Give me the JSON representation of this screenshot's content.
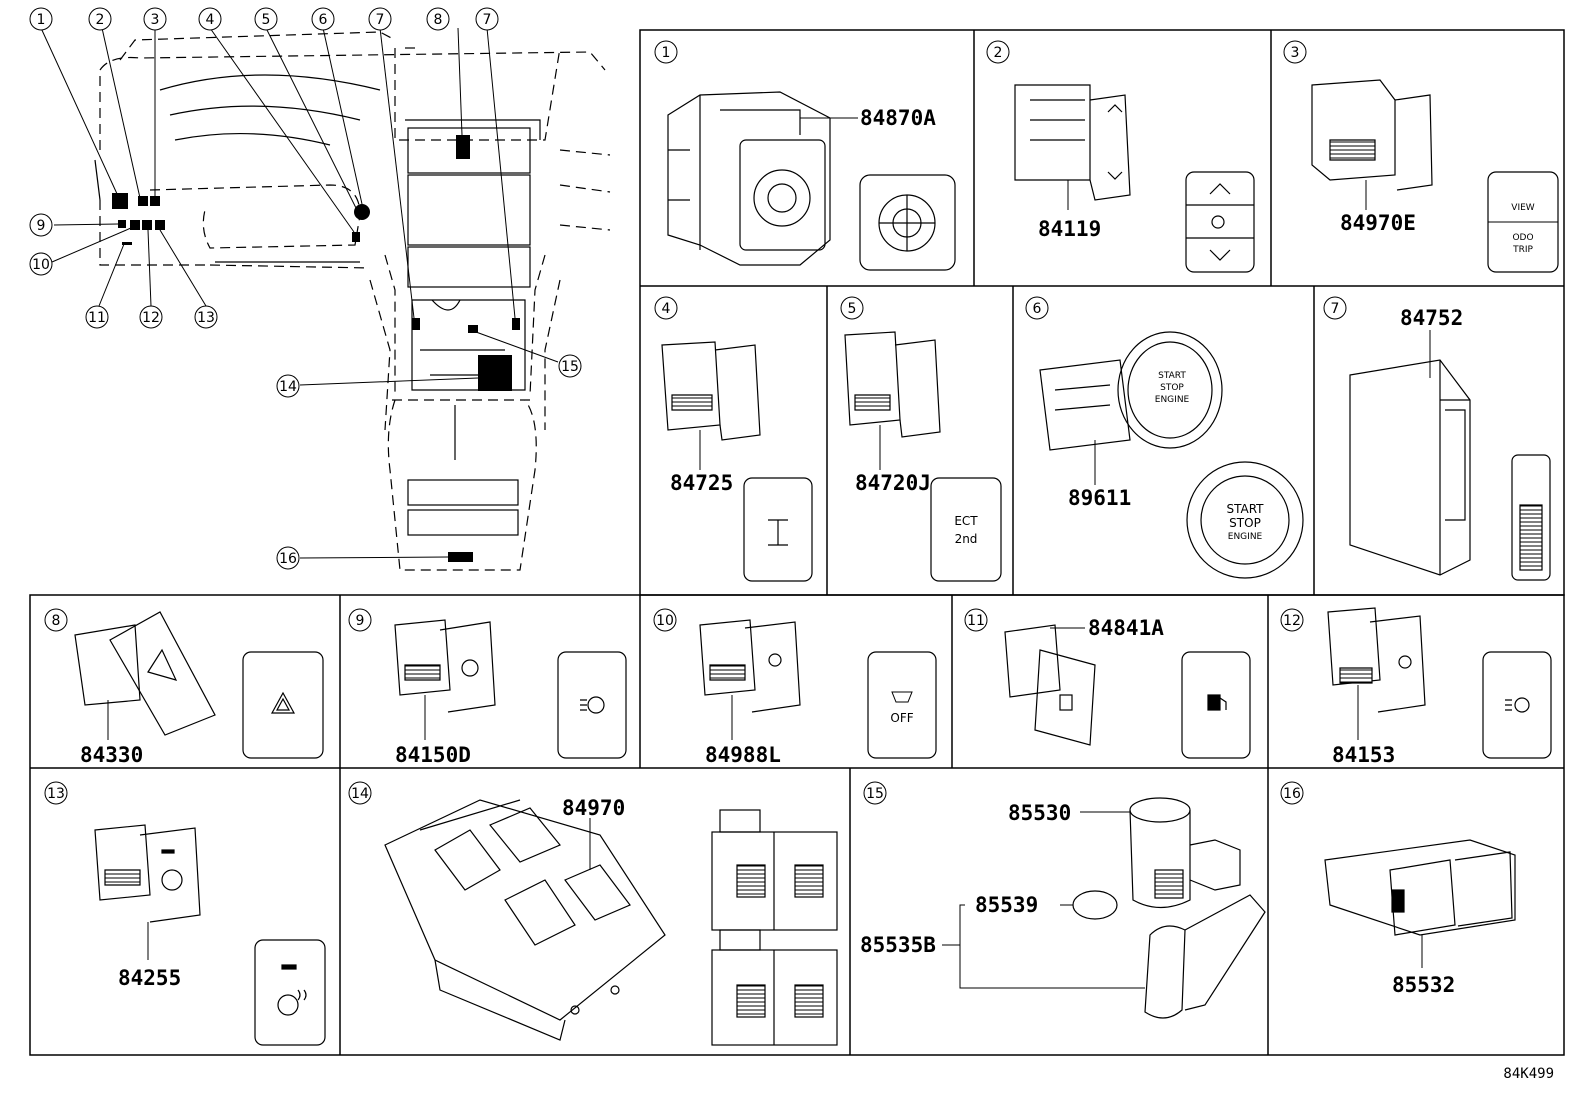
{
  "overview": {
    "callouts": [
      "1",
      "2",
      "3",
      "4",
      "5",
      "6",
      "7",
      "8",
      "7",
      "9",
      "10",
      "11",
      "12",
      "13",
      "14",
      "15",
      "16"
    ]
  },
  "panels": [
    {
      "index": "1",
      "parts": [
        "84870A"
      ]
    },
    {
      "index": "2",
      "parts": [
        "84119"
      ]
    },
    {
      "index": "3",
      "parts": [
        "84970E"
      ],
      "icon_text": [
        "VIEW",
        "ODO",
        "TRIP"
      ]
    },
    {
      "index": "4",
      "parts": [
        "84725"
      ]
    },
    {
      "index": "5",
      "parts": [
        "84720J"
      ],
      "icon_text": [
        "ECT",
        "2nd"
      ]
    },
    {
      "index": "6",
      "parts": [
        "89611"
      ],
      "icon_text": [
        "START",
        "STOP",
        "ENGINE"
      ]
    },
    {
      "index": "7",
      "parts": [
        "84752"
      ]
    },
    {
      "index": "8",
      "parts": [
        "84330"
      ]
    },
    {
      "index": "9",
      "parts": [
        "84150D"
      ]
    },
    {
      "index": "10",
      "parts": [
        "84988L"
      ],
      "icon_text": [
        "OFF"
      ]
    },
    {
      "index": "11",
      "parts": [
        "84841A"
      ]
    },
    {
      "index": "12",
      "parts": [
        "84153"
      ]
    },
    {
      "index": "13",
      "parts": [
        "84255"
      ]
    },
    {
      "index": "14",
      "parts": [
        "84970"
      ]
    },
    {
      "index": "15",
      "parts": [
        "85530",
        "85539",
        "85535B"
      ]
    },
    {
      "index": "16",
      "parts": [
        "85532"
      ]
    }
  ],
  "diagram_code": "84K499"
}
